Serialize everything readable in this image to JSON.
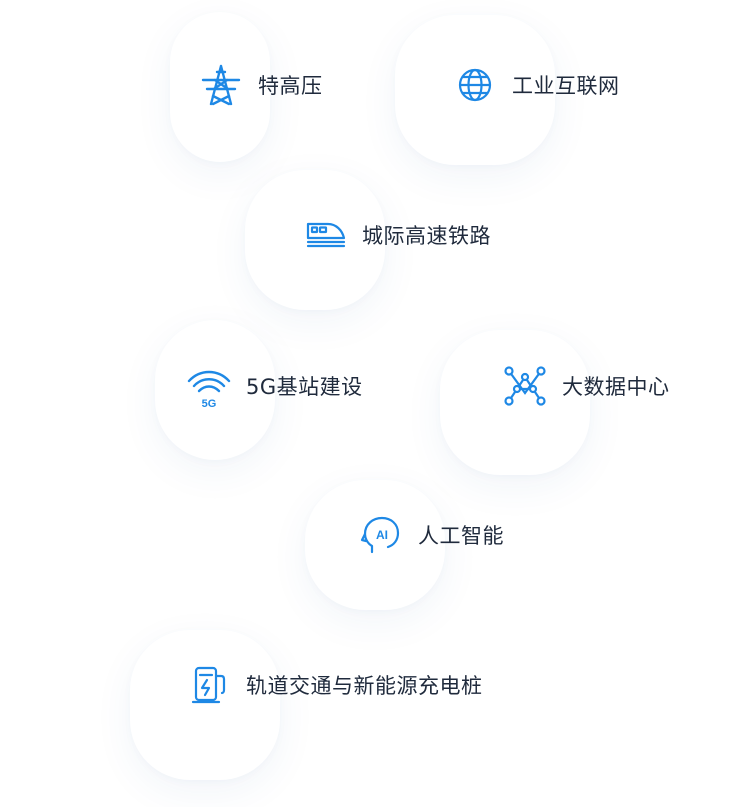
{
  "brand_color": "#1e88e5",
  "items": [
    {
      "label": "特高压",
      "icon": "power-tower-icon"
    },
    {
      "label": "工业互联网",
      "icon": "globe-icon"
    },
    {
      "label": "城际高速铁路",
      "icon": "train-icon"
    },
    {
      "label": "5G基站建设",
      "icon": "wifi-5g-icon"
    },
    {
      "label": "大数据中心",
      "icon": "network-nodes-icon"
    },
    {
      "label": "人工智能",
      "icon": "ai-head-icon"
    },
    {
      "label": "轨道交通与新能源充电桩",
      "icon": "charging-pile-icon"
    }
  ]
}
